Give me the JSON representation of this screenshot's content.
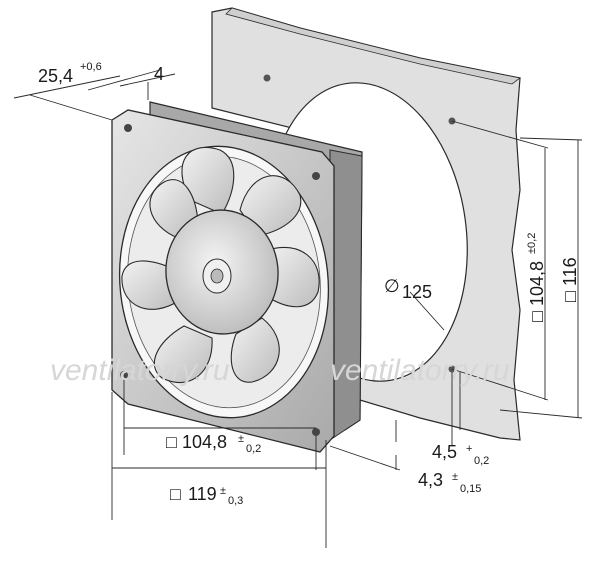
{
  "dimensions": {
    "depth": {
      "value": "25,4",
      "tol": "+0,6"
    },
    "flange": {
      "value": "4"
    },
    "hole_spacing_height": {
      "symbol": "□",
      "value": "104,8",
      "tol": "±0,2"
    },
    "frame_height": {
      "symbol": "□",
      "value": "116"
    },
    "cutout_diameter": {
      "symbol": "∅",
      "value": "125"
    },
    "hole_spacing_width": {
      "symbol": "□",
      "value": "104,8",
      "tol": "±",
      "tol2": "0,2"
    },
    "frame_width": {
      "symbol": "□",
      "value": "119",
      "tol": "±",
      "tol2": "0,3"
    },
    "hole_dia_plate": {
      "value": "4,5",
      "tol": "+",
      "tol2": "0,2"
    },
    "hole_dia_fan": {
      "value": "4,3",
      "tol": "±",
      "tol2": "0,15"
    }
  },
  "watermarks": [
    "ventilatorry.ru",
    "ventilatorry.ru"
  ],
  "colors": {
    "line": "#2a2a2a",
    "plate": "#dedede",
    "frame": "#c8c8c8",
    "blade": "#e2e2e2",
    "dark": "#8a8a8a"
  }
}
